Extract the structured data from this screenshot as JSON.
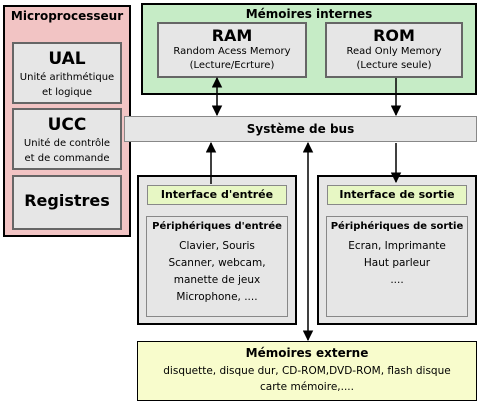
{
  "micro": {
    "title": "Microprocesseur",
    "ual": {
      "title": "UAL",
      "line1": "Unité arithmétique",
      "line2": "et logique"
    },
    "ucc": {
      "title": "UCC",
      "line1": "Unité de contrôle",
      "line2": "et de commande"
    },
    "registres": "Registres"
  },
  "memoires_internes": {
    "title": "Mémoires internes",
    "ram": {
      "title": "RAM",
      "line1": "Random Acess Memory",
      "line2": "(Lecture/Ecrture)"
    },
    "rom": {
      "title": "ROM",
      "line1": "Read Only Memory",
      "line2": "(Lecture seule)"
    }
  },
  "bus": "Système de bus",
  "entree": {
    "interface": "Interface d'entrée",
    "title": "Périphériques d'entrée",
    "lines": [
      "Clavier, Souris",
      "Scanner, webcam,",
      "manette de jeux",
      "Microphone,  ...."
    ]
  },
  "sortie": {
    "interface": "Interface de sortie",
    "title": "Périphériques de sortie",
    "lines": [
      "Ecran, Imprimante",
      "Haut parleur",
      "...."
    ]
  },
  "memoires_externe": {
    "title": "Mémoires externe",
    "line1": "disquette, disque dur, CD-ROM,DVD-ROM, flash disque",
    "line2": "carte mémoire,...."
  }
}
